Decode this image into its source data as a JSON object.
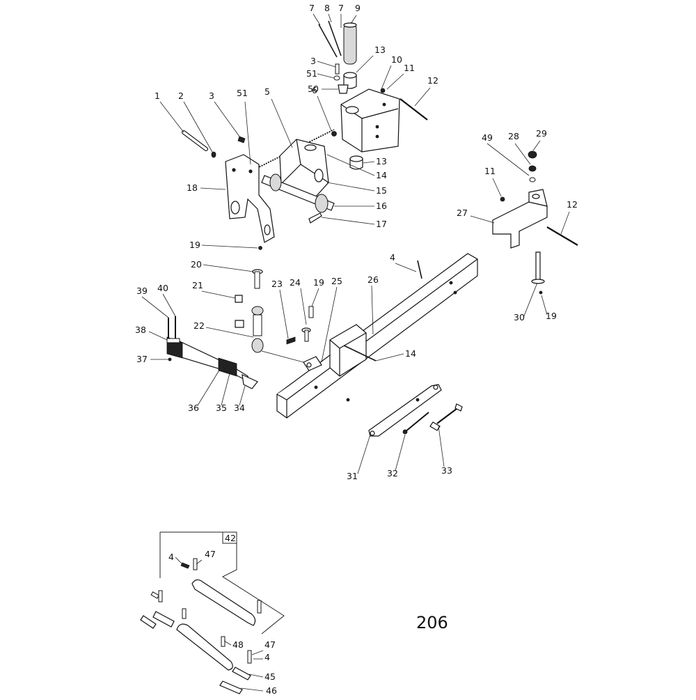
{
  "diagram": {
    "page_number": "206",
    "kit_label": "42",
    "callouts": [
      {
        "id": "c-7a",
        "text": "7"
      },
      {
        "id": "c-8",
        "text": "8"
      },
      {
        "id": "c-7b",
        "text": "7"
      },
      {
        "id": "c-9",
        "text": "9"
      },
      {
        "id": "c-3a",
        "text": "3"
      },
      {
        "id": "c-13a",
        "text": "13"
      },
      {
        "id": "c-51a",
        "text": "51"
      },
      {
        "id": "c-10",
        "text": "10"
      },
      {
        "id": "c-11a",
        "text": "11"
      },
      {
        "id": "c-50",
        "text": "50"
      },
      {
        "id": "c-12a",
        "text": "12"
      },
      {
        "id": "c-1",
        "text": "1"
      },
      {
        "id": "c-2",
        "text": "2"
      },
      {
        "id": "c-3b",
        "text": "3"
      },
      {
        "id": "c-51b",
        "text": "51"
      },
      {
        "id": "c-5",
        "text": "5"
      },
      {
        "id": "c-6",
        "text": "6"
      },
      {
        "id": "c-13b",
        "text": "13"
      },
      {
        "id": "c-14a",
        "text": "14"
      },
      {
        "id": "c-18",
        "text": "18"
      },
      {
        "id": "c-15",
        "text": "15"
      },
      {
        "id": "c-16",
        "text": "16"
      },
      {
        "id": "c-17",
        "text": "17"
      },
      {
        "id": "c-49",
        "text": "49"
      },
      {
        "id": "c-28",
        "text": "28"
      },
      {
        "id": "c-29",
        "text": "29"
      },
      {
        "id": "c-11b",
        "text": "11"
      },
      {
        "id": "c-27",
        "text": "27"
      },
      {
        "id": "c-12b",
        "text": "12"
      },
      {
        "id": "c-19a",
        "text": "19"
      },
      {
        "id": "c-4a",
        "text": "4"
      },
      {
        "id": "c-20",
        "text": "20"
      },
      {
        "id": "c-21",
        "text": "21"
      },
      {
        "id": "c-23",
        "text": "23"
      },
      {
        "id": "c-24",
        "text": "24"
      },
      {
        "id": "c-19b",
        "text": "19"
      },
      {
        "id": "c-25",
        "text": "25"
      },
      {
        "id": "c-26",
        "text": "26"
      },
      {
        "id": "c-39",
        "text": "39"
      },
      {
        "id": "c-40",
        "text": "40"
      },
      {
        "id": "c-30",
        "text": "30"
      },
      {
        "id": "c-19c",
        "text": "19"
      },
      {
        "id": "c-22",
        "text": "22"
      },
      {
        "id": "c-38",
        "text": "38"
      },
      {
        "id": "c-14b",
        "text": "14"
      },
      {
        "id": "c-37",
        "text": "37"
      },
      {
        "id": "c-36",
        "text": "36"
      },
      {
        "id": "c-35",
        "text": "35"
      },
      {
        "id": "c-34",
        "text": "34"
      },
      {
        "id": "c-31",
        "text": "31"
      },
      {
        "id": "c-32",
        "text": "32"
      },
      {
        "id": "c-33",
        "text": "33"
      },
      {
        "id": "c-4b",
        "text": "4"
      },
      {
        "id": "c-47a",
        "text": "47"
      },
      {
        "id": "c-48",
        "text": "48"
      },
      {
        "id": "c-47b",
        "text": "47"
      },
      {
        "id": "c-4c",
        "text": "4"
      },
      {
        "id": "c-45",
        "text": "45"
      },
      {
        "id": "c-46",
        "text": "46"
      }
    ]
  }
}
